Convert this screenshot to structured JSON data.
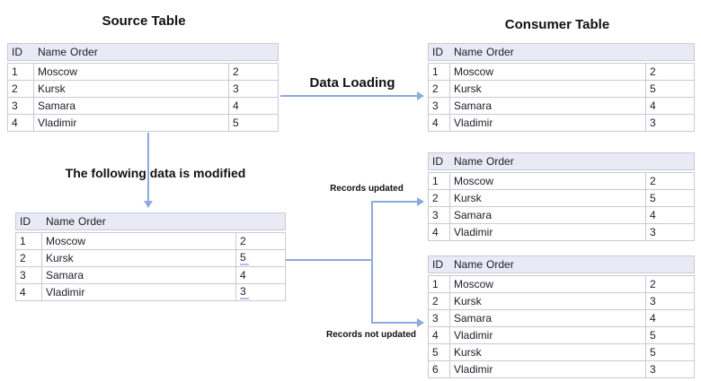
{
  "titles": {
    "source": "Source Table",
    "consumer": "Consumer Table"
  },
  "labels": {
    "data_loading": "Data Loading",
    "modified_note": "The following data is modified",
    "records_updated": "Records updated",
    "records_not_updated": "Records not updated"
  },
  "colors": {
    "arrow": "#8caadd",
    "table_header_bg": "#eaeaf6",
    "table_border": "#c9c9d4",
    "modified_underline": "#b0c0e4"
  },
  "tables": {
    "source": {
      "columns": [
        "ID",
        "Name",
        "Order"
      ],
      "rows": [
        [
          "1",
          "Moscow",
          "2"
        ],
        [
          "2",
          "Kursk",
          "3"
        ],
        [
          "3",
          "Samara",
          "4"
        ],
        [
          "4",
          "Vladimir",
          "5"
        ]
      ]
    },
    "consumer_initial": {
      "columns": [
        "ID",
        "Name",
        "Order"
      ],
      "rows": [
        [
          "1",
          "Moscow",
          "2"
        ],
        [
          "2",
          "Kursk",
          "5"
        ],
        [
          "3",
          "Samara",
          "4"
        ],
        [
          "4",
          "Vladimir",
          "3"
        ]
      ]
    },
    "source_modified": {
      "columns": [
        "ID",
        "Name",
        "Order"
      ],
      "rows": [
        [
          "1",
          "Moscow",
          "2"
        ],
        [
          "2",
          "Kursk",
          "5"
        ],
        [
          "3",
          "Samara",
          "4"
        ],
        [
          "4",
          "Vladimir",
          "3"
        ]
      ],
      "underline": [
        [
          1,
          2
        ],
        [
          3,
          2
        ]
      ]
    },
    "consumer_updated": {
      "columns": [
        "ID",
        "Name",
        "Order"
      ],
      "rows": [
        [
          "1",
          "Moscow",
          "2"
        ],
        [
          "2",
          "Kursk",
          "5"
        ],
        [
          "3",
          "Samara",
          "4"
        ],
        [
          "4",
          "Vladimir",
          "3"
        ]
      ]
    },
    "consumer_not_updated": {
      "columns": [
        "ID",
        "Name",
        "Order"
      ],
      "rows": [
        [
          "1",
          "Moscow",
          "2"
        ],
        [
          "2",
          "Kursk",
          "3"
        ],
        [
          "3",
          "Samara",
          "4"
        ],
        [
          "4",
          "Vladimir",
          "5"
        ],
        [
          "5",
          "Kursk",
          "5"
        ],
        [
          "6",
          "Vladimir",
          "3"
        ]
      ]
    }
  }
}
